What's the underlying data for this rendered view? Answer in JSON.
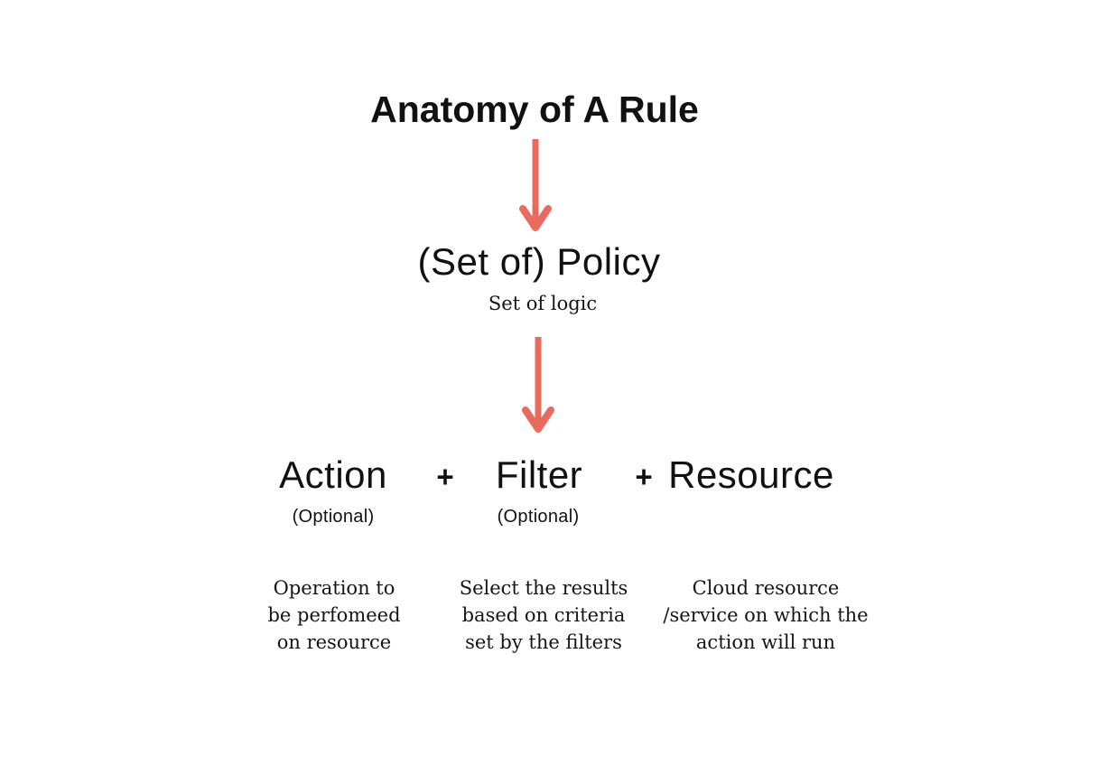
{
  "title": "Anatomy of A Rule",
  "policy": {
    "label": "(Set of) Policy",
    "subtitle": "Set of logic"
  },
  "formula": {
    "plus": "+",
    "items": [
      {
        "label": "Action",
        "note": "(Optional)",
        "description": "Operation to\nbe perfomeed\non resource"
      },
      {
        "label": "Filter",
        "note": "(Optional)",
        "description": "Select the results\nbased on criteria\nset by the filters"
      },
      {
        "label": "Resource",
        "note": "",
        "description": "Cloud resource\n/service on which the\naction will run"
      }
    ]
  },
  "icons": {
    "arrow": "down-arrow"
  },
  "colors": {
    "arrow": "#E96B5F",
    "text": "#111111",
    "background": "#FFFFFF"
  }
}
